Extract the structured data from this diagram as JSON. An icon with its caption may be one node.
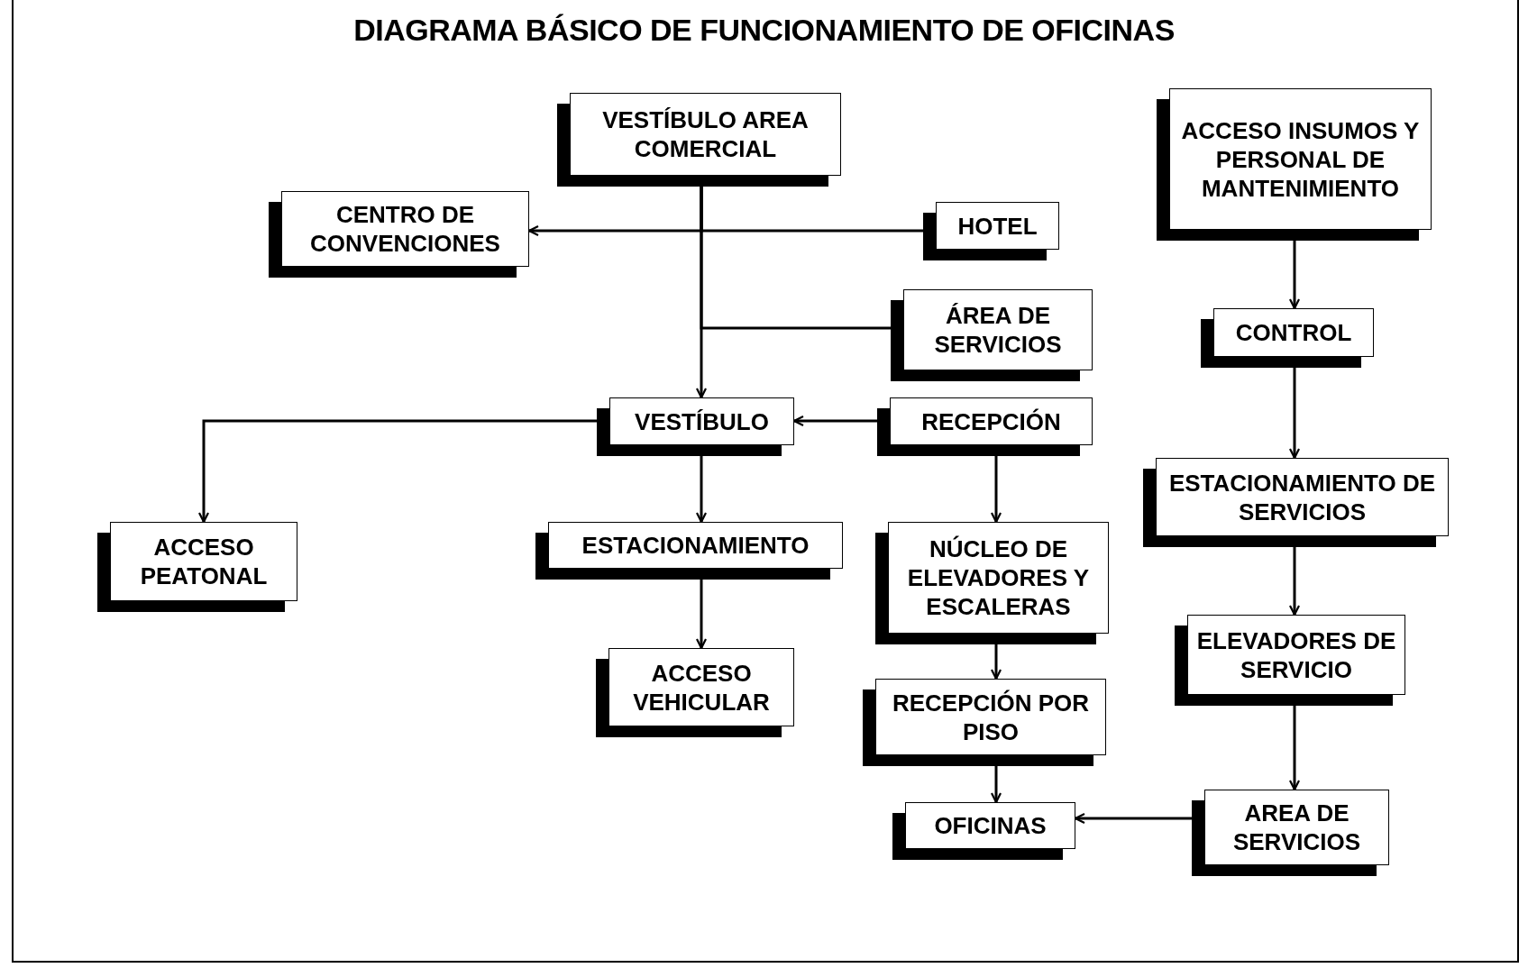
{
  "diagram": {
    "title": "DIAGRAMA BÁSICO DE FUNCIONAMIENTO DE OFICINAS",
    "nodes": [
      {
        "text": [
          "VESTÍBULO AREA COMERCIAL"
        ]
      },
      {
        "text": [
          "CENTRO DE CONVENCIONES"
        ]
      },
      {
        "text": [
          "HOTEL"
        ]
      },
      {
        "text": [
          "ÁREA DE SERVICIOS"
        ]
      },
      {
        "text": [
          "ACCESO INSUMOS Y PERSONAL DE MANTENIMIENTO"
        ]
      },
      {
        "text": [
          "CONTROL"
        ]
      },
      {
        "text": [
          "VESTÍBULO"
        ]
      },
      {
        "text": [
          "RECEPCIÓN"
        ]
      },
      {
        "text": [
          "ESTACIONAMIENTO DE SERVICIOS"
        ]
      },
      {
        "text": [
          "ACCESO PEATONAL"
        ]
      },
      {
        "text": [
          "ESTACIONAMIENTO"
        ]
      },
      {
        "text": [
          "NÚCLEO DE ELEVADORES Y ESCALERAS"
        ]
      },
      {
        "text": [
          "ELEVADORES DE SERVICIO"
        ]
      },
      {
        "text": [
          "ACCESO VEHICULAR"
        ]
      },
      {
        "text": [
          "RECEPCIÓN POR PISO"
        ]
      },
      {
        "text": [
          "OFICINAS"
        ]
      },
      {
        "text": [
          "AREA DE SERVICIOS"
        ]
      }
    ],
    "edges": [
      {
        "from": 0,
        "to": 1,
        "arrow": "to"
      },
      {
        "from": 0,
        "to": 2,
        "arrow": "to"
      },
      {
        "from": 0,
        "to": 3,
        "arrow": "to"
      },
      {
        "from": 0,
        "to": 6,
        "arrow": "both"
      },
      {
        "from": 6,
        "to": 9,
        "arrow": "both"
      },
      {
        "from": 6,
        "to": 7,
        "arrow": "both"
      },
      {
        "from": 6,
        "to": 10,
        "arrow": "both"
      },
      {
        "from": 10,
        "to": 13,
        "arrow": "both"
      },
      {
        "from": 7,
        "to": 11,
        "arrow": "both"
      },
      {
        "from": 11,
        "to": 14,
        "arrow": "both"
      },
      {
        "from": 14,
        "to": 15,
        "arrow": "both"
      },
      {
        "from": 16,
        "to": 15,
        "arrow": "both"
      },
      {
        "from": 4,
        "to": 5,
        "arrow": "both"
      },
      {
        "from": 5,
        "to": 8,
        "arrow": "both"
      },
      {
        "from": 8,
        "to": 12,
        "arrow": "both"
      },
      {
        "from": 12,
        "to": 16,
        "arrow": "both"
      }
    ]
  }
}
